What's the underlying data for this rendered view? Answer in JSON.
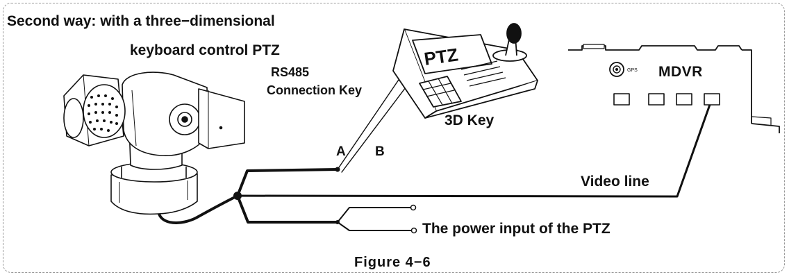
{
  "title": {
    "line1": "Second way: with a three−dimensional",
    "line2": "keyboard control PTZ"
  },
  "labels": {
    "rs485": "RS485",
    "connection_key": "Connection Key",
    "key_3d": "3D Key",
    "mdvr": "MDVR",
    "wire_a": "A",
    "wire_b": "B",
    "video_line": "Video line",
    "power_input": "The power input of the PTZ",
    "keyboard_screen": "PTZ",
    "gps_port": "GPS"
  },
  "caption": "Figure 4−6",
  "icons": [
    "ptz-camera-icon",
    "keyboard-controller-icon",
    "mdvr-device-icon",
    "joystick-icon",
    "gps-connector-icon"
  ]
}
